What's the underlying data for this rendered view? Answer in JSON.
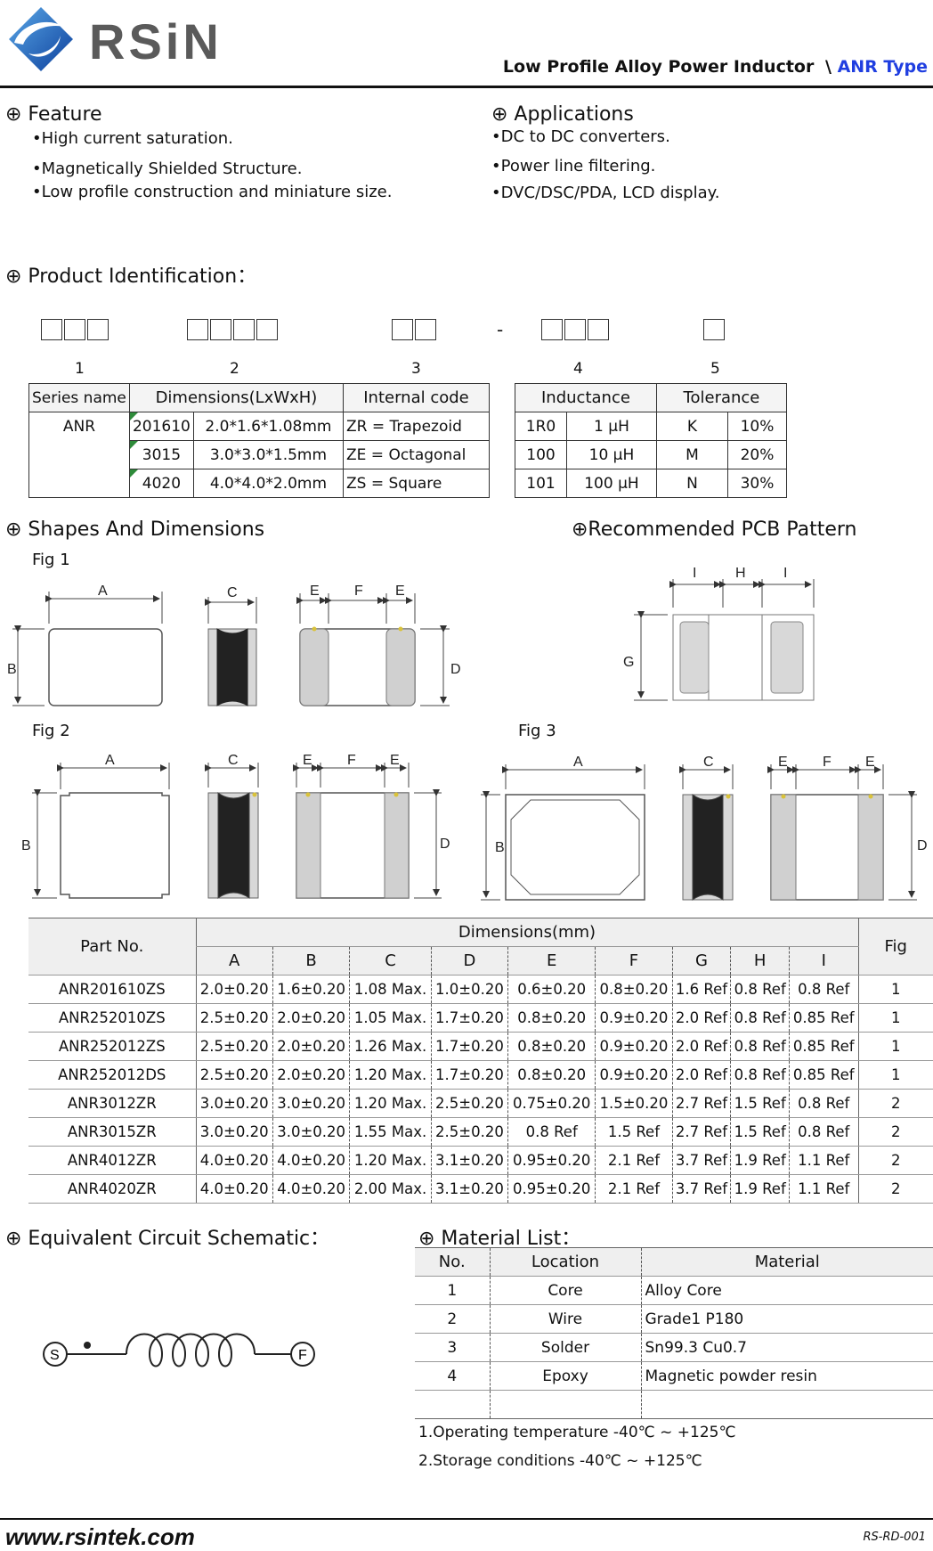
{
  "header": {
    "brand": "RSiN",
    "title": "Low Profile Alloy Power Inductor",
    "separator": "\\",
    "type": "ANR Type"
  },
  "feature": {
    "title": "⊕ Feature",
    "items": [
      "•High current saturation.",
      "•Magnetically Shielded Structure.",
      "•Low profile construction and miniature size."
    ]
  },
  "applications": {
    "title": "⊕ Applications",
    "items": [
      "•DC to DC converters.",
      "•Power line filtering.",
      "•DVC/DSC/PDA, LCD display."
    ]
  },
  "product_id": {
    "title": "⊕ Product Identification：",
    "dash": "-",
    "numbers": [
      "1",
      "2",
      "3",
      "4",
      "5"
    ],
    "table1": {
      "headers": [
        "Series name",
        "Dimensions(LxWxH)",
        "Internal code"
      ],
      "series": "ANR",
      "rows": [
        [
          "201610",
          "2.0*1.6*1.08mm",
          "ZR = Trapezoid"
        ],
        [
          "3015",
          "3.0*3.0*1.5mm",
          "ZE = Octagonal"
        ],
        [
          "4020",
          "4.0*4.0*2.0mm",
          "ZS = Square"
        ]
      ]
    },
    "table2": {
      "headers": [
        "Inductance",
        "Tolerance"
      ],
      "rows": [
        [
          "1R0",
          "1 μH",
          "K",
          "10%"
        ],
        [
          "100",
          "10 μH",
          "M",
          "20%"
        ],
        [
          "101",
          "100 μH",
          "N",
          "30%"
        ]
      ]
    }
  },
  "shapes": {
    "title": "⊕ Shapes And Dimensions",
    "fig1": "Fig 1",
    "fig2": "Fig 2",
    "fig3": "Fig 3",
    "labels": {
      "A": "A",
      "B": "B",
      "C": "C",
      "D": "D",
      "E": "E",
      "F": "F",
      "G": "G",
      "H": "H",
      "I": "I"
    }
  },
  "pcb": {
    "title": "⊕Recommended PCB Pattern"
  },
  "dimensions": {
    "part_header": "Part No.",
    "dims_header": "Dimensions(mm)",
    "fig_header": "Fig",
    "cols": [
      "A",
      "B",
      "C",
      "D",
      "E",
      "F",
      "G",
      "H",
      "I"
    ],
    "rows": [
      [
        "ANR201610ZS",
        "2.0±0.20",
        "1.6±0.20",
        "1.08 Max.",
        "1.0±0.20",
        "0.6±0.20",
        "0.8±0.20",
        "1.6 Ref",
        "0.8 Ref",
        "0.8 Ref",
        "1"
      ],
      [
        "ANR252010ZS",
        "2.5±0.20",
        "2.0±0.20",
        "1.05 Max.",
        "1.7±0.20",
        "0.8±0.20",
        "0.9±0.20",
        "2.0 Ref",
        "0.8 Ref",
        "0.85 Ref",
        "1"
      ],
      [
        "ANR252012ZS",
        "2.5±0.20",
        "2.0±0.20",
        "1.26 Max.",
        "1.7±0.20",
        "0.8±0.20",
        "0.9±0.20",
        "2.0 Ref",
        "0.8 Ref",
        "0.85 Ref",
        "1"
      ],
      [
        "ANR252012DS",
        "2.5±0.20",
        "2.0±0.20",
        "1.20 Max.",
        "1.7±0.20",
        "0.8±0.20",
        "0.9±0.20",
        "2.0 Ref",
        "0.8 Ref",
        "0.85 Ref",
        "1"
      ],
      [
        "ANR3012ZR",
        "3.0±0.20",
        "3.0±0.20",
        "1.20 Max.",
        "2.5±0.20",
        "0.75±0.20",
        "1.5±0.20",
        "2.7 Ref",
        "1.5 Ref",
        "0.8 Ref",
        "2"
      ],
      [
        "ANR3015ZR",
        "3.0±0.20",
        "3.0±0.20",
        "1.55 Max.",
        "2.5±0.20",
        "0.8 Ref",
        "1.5 Ref",
        "2.7 Ref",
        "1.5 Ref",
        "0.8 Ref",
        "2"
      ],
      [
        "ANR4012ZR",
        "4.0±0.20",
        "4.0±0.20",
        "1.20 Max.",
        "3.1±0.20",
        "0.95±0.20",
        "2.1 Ref",
        "3.7 Ref",
        "1.9 Ref",
        "1.1 Ref",
        "2"
      ],
      [
        "ANR4020ZR",
        "4.0±0.20",
        "4.0±0.20",
        "2.00 Max.",
        "3.1±0.20",
        "0.95±0.20",
        "2.1 Ref",
        "3.7 Ref",
        "1.9 Ref",
        "1.1 Ref",
        "2"
      ]
    ]
  },
  "circuit": {
    "title": "⊕ Equivalent Circuit Schematic：",
    "start": "S",
    "finish": "F"
  },
  "materials": {
    "title": "⊕ Material List：",
    "headers": [
      "No.",
      "Location",
      "Material"
    ],
    "rows": [
      [
        "1",
        "Core",
        "Alloy Core"
      ],
      [
        "2",
        "Wire",
        "Grade1 P180"
      ],
      [
        "3",
        "Solder",
        "Sn99.3 Cu0.7"
      ],
      [
        "4",
        "Epoxy",
        "Magnetic powder resin"
      ]
    ],
    "notes": [
      "1.Operating temperature -40℃ ~ +125℃",
      "2.Storage conditions -40℃ ~ +125℃"
    ]
  },
  "footer": {
    "url": "www.rsintek.com",
    "code": "RS-RD-001"
  }
}
